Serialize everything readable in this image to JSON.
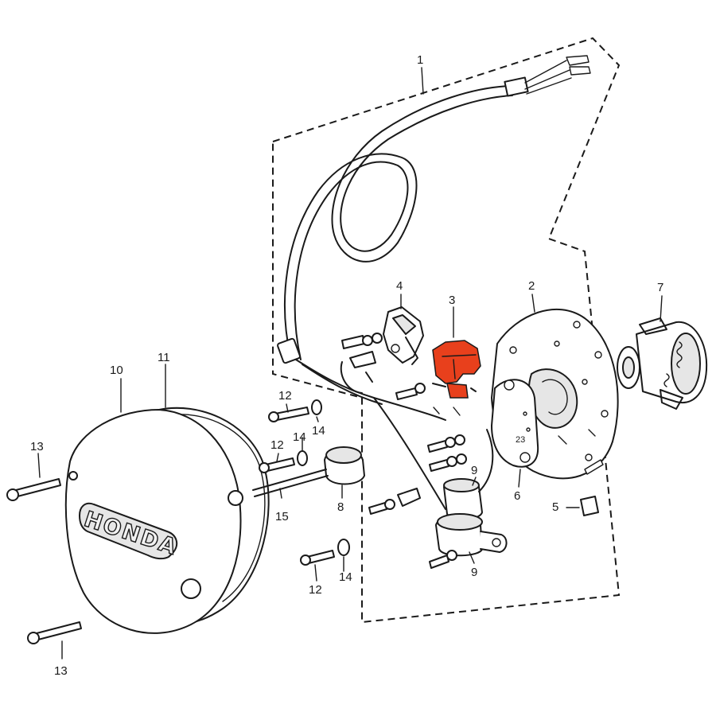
{
  "diagram": {
    "labels": {
      "p1": "1",
      "p2": "2",
      "p3": "3",
      "p4": "4",
      "p5": "5",
      "p6": "6",
      "p7": "7",
      "p8": "8",
      "p9a": "9",
      "p9b": "9",
      "p10": "10",
      "p11": "11",
      "p12a": "12",
      "p12b": "12",
      "p12c": "12",
      "p13a": "13",
      "p13b": "13",
      "p14a": "14",
      "p14b": "14",
      "p14c": "14",
      "p15": "15",
      "p23": "23"
    },
    "cover_logo": "HONDA",
    "highlight_part": "3",
    "colors": {
      "highlight": "#e8401c",
      "ink": "#1a1a1a"
    }
  }
}
